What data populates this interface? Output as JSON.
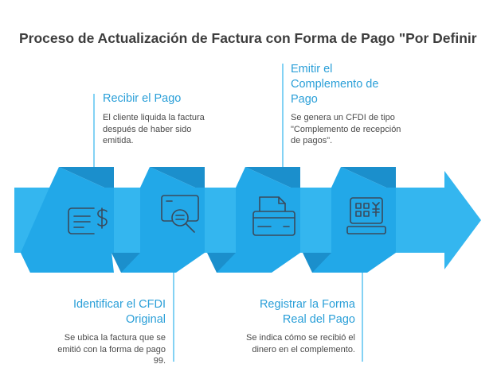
{
  "title": "Proceso de Actualización de Factura con Forma de Pago \"Por Definir",
  "colors": {
    "arrow": "#34b6ef",
    "panel": "#22a8e8",
    "panel_fold": "#1b8fcc",
    "icon": "#3a4a5c",
    "connector": "#5ac3f0",
    "step_title": "#2a9fd8",
    "text": "#4a4a4a"
  },
  "steps": [
    {
      "title": "Recibir el Pago",
      "description": "El cliente liquida la factura después de haber sido emitida.",
      "icon": "cash-icon"
    },
    {
      "title": "Identificar el CFDI Original",
      "description": "Se ubica la factura que se emitió con la forma de pago 99.",
      "icon": "search-document-icon"
    },
    {
      "title": "Emitir el Complemento de Pago",
      "description": "Se genera un CFDI de tipo \"Complemento de recepción de pagos\".",
      "icon": "invoice-icon"
    },
    {
      "title": "Registrar la Forma Real del Pago",
      "description": "Se indica cómo se recibió el dinero en el complemento.",
      "icon": "cash-register-icon"
    }
  ]
}
